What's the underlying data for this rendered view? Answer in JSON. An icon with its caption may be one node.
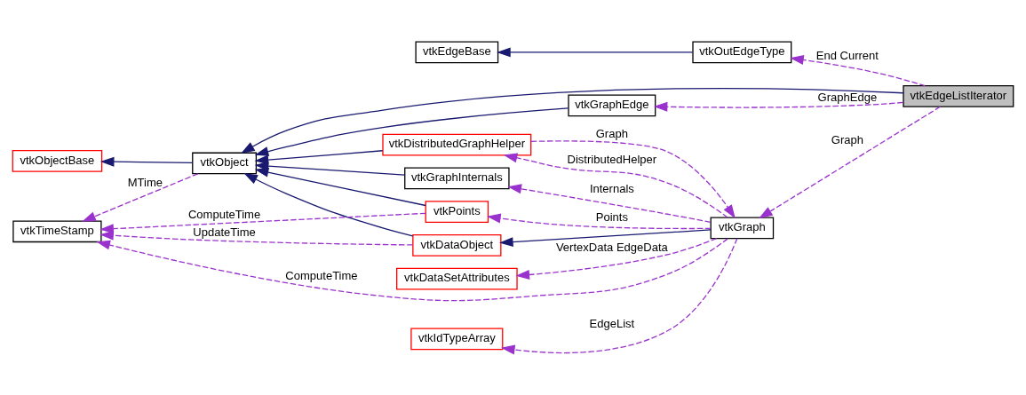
{
  "diagram": {
    "nodes": [
      {
        "text": [
          "vtkObjectBase"
        ]
      },
      {
        "text": [
          "vtkObject"
        ]
      },
      {
        "text": [
          "vtkTimeStamp"
        ]
      },
      {
        "text": [
          "vtkGraphEdge"
        ]
      },
      {
        "text": [
          "vtkEdgeBase"
        ]
      },
      {
        "text": [
          "vtkOutEdgeType"
        ]
      },
      {
        "text": [
          "vtkGraphInternals"
        ]
      },
      {
        "text": [
          "vtkDataSetAttributes"
        ]
      },
      {
        "text": [
          "vtkDataObject"
        ]
      },
      {
        "text": [
          "vtkIdTypeArray"
        ]
      },
      {
        "text": [
          "vtkPoints"
        ]
      },
      {
        "text": [
          "vtkGraph"
        ]
      },
      {
        "text": [
          "vtkDistributedGraphHelper"
        ]
      },
      {
        "text": [
          "vtkEdgeListIterator"
        ]
      }
    ],
    "edges": [
      {
        "from": 1,
        "to": 0,
        "arrow": "to",
        "color": "#191970"
      },
      {
        "from": 3,
        "to": 1,
        "arrow": "to",
        "color": "#191970"
      },
      {
        "from": 13,
        "to": 1,
        "arrow": "to",
        "color": "#191970"
      },
      {
        "from": 5,
        "to": 4,
        "arrow": "to",
        "color": "#191970"
      },
      {
        "from": 6,
        "to": 1,
        "arrow": "to",
        "color": "#191970"
      },
      {
        "from": 12,
        "to": 1,
        "arrow": "to",
        "color": "#191970"
      },
      {
        "from": 8,
        "to": 1,
        "arrow": "to",
        "color": "#191970"
      },
      {
        "from": 10,
        "to": 1,
        "arrow": "to",
        "color": "#191970"
      },
      {
        "from": 11,
        "to": 8,
        "arrow": "to",
        "color": "#191970"
      },
      {
        "from": 1,
        "to": 2,
        "arrow": "to",
        "style": "dashed",
        "label": "MTime"
      },
      {
        "from": 13,
        "to": 3,
        "arrow": "to",
        "style": "dashed",
        "label": "GraphEdge"
      },
      {
        "from": 13,
        "to": 5,
        "arrow": "to",
        "style": "dashed",
        "label": "End Current"
      },
      {
        "from": 13,
        "to": 11,
        "arrow": "to",
        "style": "dashed",
        "label": "Graph"
      },
      {
        "from": 11,
        "to": 6,
        "arrow": "to",
        "style": "dashed",
        "label": "Internals"
      },
      {
        "from": 11,
        "to": 7,
        "arrow": "to",
        "style": "dashed",
        "label": "VertexData EdgeData"
      },
      {
        "from": 12,
        "to": 11,
        "arrow": "to",
        "style": "dashed",
        "label": "Graph"
      },
      {
        "from": 11,
        "to": 12,
        "arrow": "to",
        "style": "dashed",
        "label": "DistributedHelper"
      },
      {
        "from": 8,
        "to": 2,
        "arrow": "to",
        "style": "dashed",
        "label": "UpdateTime"
      },
      {
        "from": 11,
        "to": 9,
        "arrow": "to",
        "style": "dashed",
        "label": "EdgeList"
      },
      {
        "from": 11,
        "to": 10,
        "arrow": "to",
        "style": "dashed",
        "label": "Points"
      },
      {
        "from": 10,
        "to": 2,
        "arrow": "to",
        "style": "dashed",
        "label": "ComputeTime"
      },
      {
        "from": 11,
        "to": 2,
        "arrow": "to",
        "style": "dashed",
        "label": "ComputeTime"
      }
    ]
  }
}
